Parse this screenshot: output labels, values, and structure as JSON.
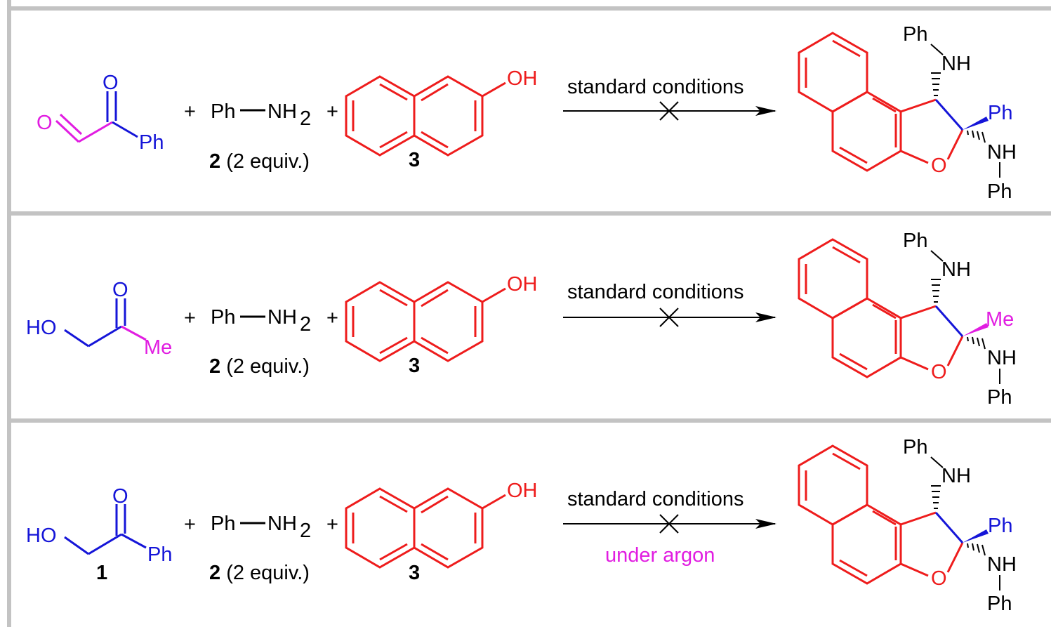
{
  "rows": [
    {
      "reactant1": {
        "o_label": "O",
        "o_ketone": "O",
        "r_label": "Ph",
        "compound": ""
      },
      "amine": {
        "ph": "Ph",
        "nh": "NH",
        "sub": "2",
        "label_bold": "2",
        "label_rest": " (2 equiv.)"
      },
      "naphthol": {
        "oh": "OH",
        "compound": "3"
      },
      "plus": "+",
      "conditions": {
        "top": "standard conditions",
        "bottom": ""
      },
      "product": {
        "ph_top": "Ph",
        "nh_top": "NH",
        "sub_label": "Ph",
        "nh_bottom": "NH",
        "ph_bottom": "Ph",
        "o_ring": "O"
      }
    },
    {
      "reactant1": {
        "ho_label": "HO",
        "o_ketone": "O",
        "r_label": "Me",
        "compound": ""
      },
      "amine": {
        "ph": "Ph",
        "nh": "NH",
        "sub": "2",
        "label_bold": "2",
        "label_rest": " (2 equiv.)"
      },
      "naphthol": {
        "oh": "OH",
        "compound": "3"
      },
      "plus": "+",
      "conditions": {
        "top": "standard conditions",
        "bottom": ""
      },
      "product": {
        "ph_top": "Ph",
        "nh_top": "NH",
        "sub_label": "Me",
        "nh_bottom": "NH",
        "ph_bottom": "Ph",
        "o_ring": "O"
      }
    },
    {
      "reactant1": {
        "ho_label": "HO",
        "o_ketone": "O",
        "r_label": "Ph",
        "compound": "1"
      },
      "amine": {
        "ph": "Ph",
        "nh": "NH",
        "sub": "2",
        "label_bold": "2",
        "label_rest": " (2 equiv.)"
      },
      "naphthol": {
        "oh": "OH",
        "compound": "3"
      },
      "plus": "+",
      "conditions": {
        "top": "standard conditions",
        "bottom": "under argon"
      },
      "product": {
        "ph_top": "Ph",
        "nh_top": "NH",
        "sub_label": "Ph",
        "nh_bottom": "NH",
        "ph_bottom": "Ph",
        "o_ring": "O"
      }
    }
  ],
  "colors": {
    "red": "#ee1c1c",
    "blue": "#1515d8",
    "magenta": "#e11de1",
    "black": "#000000",
    "frame": "#c3c3c3"
  }
}
